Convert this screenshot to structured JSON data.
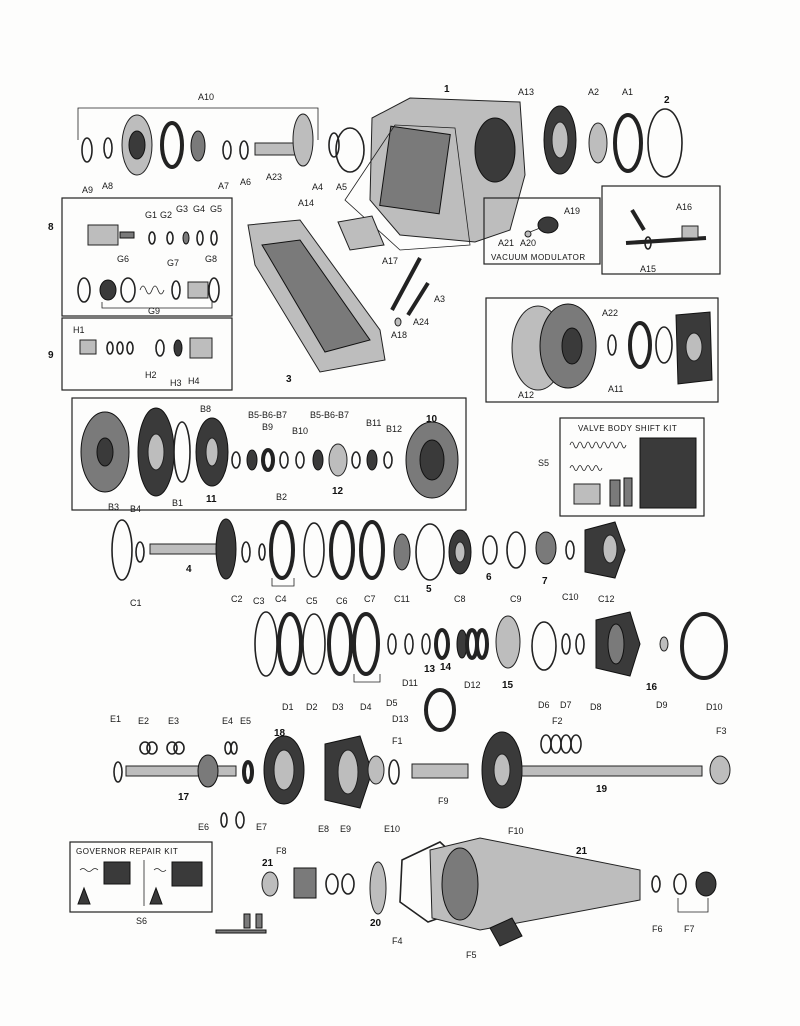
{
  "labels": {
    "l1": "1",
    "l2": "2",
    "l3": "3",
    "l4": "4",
    "l5": "5",
    "l6": "6",
    "l7": "7",
    "l8": "8",
    "l9": "9",
    "l10": "10",
    "l11": "11",
    "l12": "12",
    "l13": "13",
    "l14": "14",
    "l15": "15",
    "l16": "16",
    "l17": "17",
    "l18": "18",
    "l19": "19",
    "l20": "20",
    "l21a": "21",
    "l21b": "21",
    "A1": "A1",
    "A2": "A2",
    "A3": "A3",
    "A4": "A4",
    "A5": "A5",
    "A6": "A6",
    "A7": "A7",
    "A8": "A8",
    "A9": "A9",
    "A10": "A10",
    "A11": "A11",
    "A12": "A12",
    "A13": "A13",
    "A14": "A14",
    "A15": "A15",
    "A16": "A16",
    "A17": "A17",
    "A18": "A18",
    "A19": "A19",
    "A20": "A20",
    "A21": "A21",
    "A22": "A22",
    "A23": "A23",
    "A24": "A24",
    "G1": "G1",
    "G2": "G2",
    "G3": "G3",
    "G4": "G4",
    "G5": "G5",
    "G6": "G6",
    "G7": "G7",
    "G8": "G8",
    "G9": "G9",
    "H1": "H1",
    "H2": "H2",
    "H3": "H3",
    "H4": "H4",
    "B1": "B1",
    "B2": "B2",
    "B3": "B3",
    "B4": "B4",
    "B8": "B8",
    "B9": "B9",
    "B10": "B10",
    "B11": "B11",
    "B12": "B12",
    "B567a": "B5-B6-B7",
    "B567b": "B5-B6-B7",
    "C1": "C1",
    "C2": "C2",
    "C3": "C3",
    "C4": "C4",
    "C5": "C5",
    "C6": "C6",
    "C7": "C7",
    "C8": "C8",
    "C9": "C9",
    "C10": "C10",
    "C11": "C11",
    "C12": "C12",
    "D1": "D1",
    "D2": "D2",
    "D3": "D3",
    "D4": "D4",
    "D5": "D5",
    "D6": "D6",
    "D7": "D7",
    "D8": "D8",
    "D9": "D9",
    "D10": "D10",
    "D11": "D11",
    "D12": "D12",
    "D13": "D13",
    "E1": "E1",
    "E2": "E2",
    "E3": "E3",
    "E4": "E4",
    "E5": "E5",
    "E6": "E6",
    "E7": "E7",
    "E8": "E8",
    "E9": "E9",
    "E10": "E10",
    "F1": "F1",
    "F2": "F2",
    "F3": "F3",
    "F4": "F4",
    "F5": "F5",
    "F6": "F6",
    "F7": "F7",
    "F8": "F8",
    "F9": "F9",
    "F10": "F10",
    "S5": "S5",
    "S6": "S6"
  },
  "kits": {
    "vacuum_modulator": "VACUUM MODULATOR",
    "valve_body_shift_kit": "VALVE BODY SHIFT KIT",
    "governor_repair_kit": "GOVERNOR REPAIR KIT"
  }
}
